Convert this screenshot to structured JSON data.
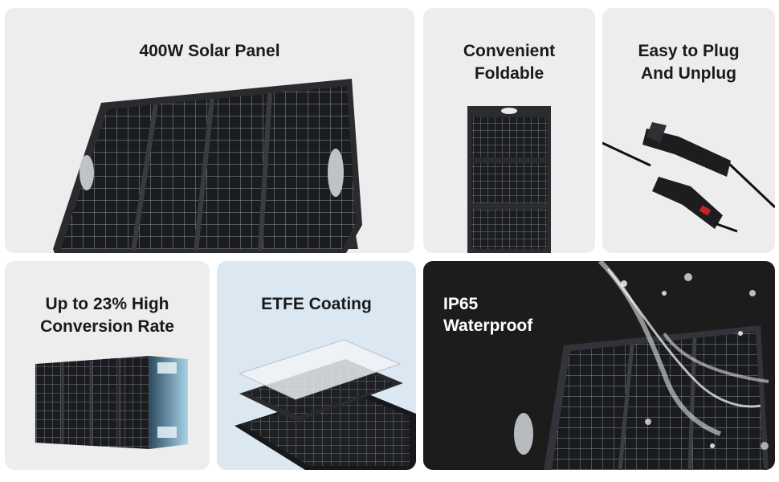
{
  "tiles": {
    "main": {
      "title": "400W Solar Panel"
    },
    "foldable": {
      "line1": "Convenient",
      "line2": "Foldable"
    },
    "plug": {
      "line1": "Easy to Plug",
      "line2": "And Unplug"
    },
    "conversion": {
      "line1": "Up to 23% High",
      "line2": "Conversion Rate"
    },
    "coating": {
      "title": "ETFE Coating"
    },
    "waterproof": {
      "line1": "IP65",
      "line2": "Waterproof"
    }
  },
  "colors": {
    "tile_gray": "#ededed",
    "tile_blue": "#dbe8f2",
    "tile_dark": "#1c1c1c",
    "panel_black": "#1e1f22",
    "cell_line": "#9aa0a6"
  }
}
